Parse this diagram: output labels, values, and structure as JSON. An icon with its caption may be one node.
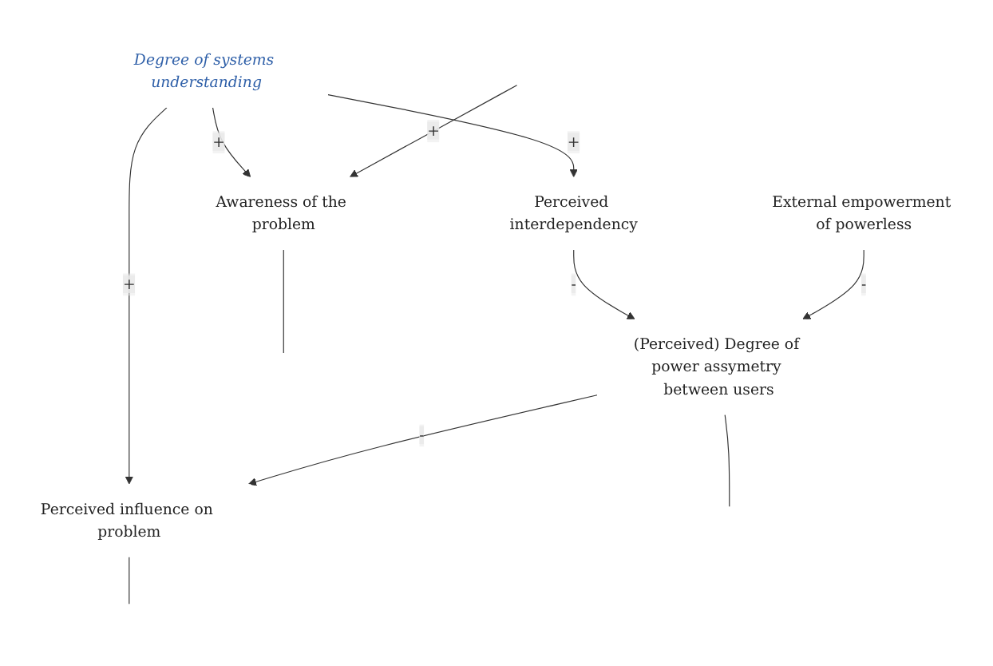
{
  "diagram": {
    "nodes": [
      {
        "text": [
          "Degree of systems understanding"
        ]
      },
      {
        "text": [
          "Perceived interdependency"
        ]
      },
      {
        "text": [
          "Perceived influence on problem"
        ]
      },
      {
        "text": [
          "Awareness of the problem"
        ]
      },
      {
        "text": [
          "(Perceived) Degree of power assymetry between users"
        ]
      },
      {
        "text": [
          "External empowerment of powerless"
        ]
      }
    ],
    "edges": [
      {
        "from": 0,
        "to": 1,
        "arrow": "to",
        "label": "+"
      },
      {
        "from": 0,
        "to": 2,
        "arrow": "to",
        "label": "+"
      },
      {
        "from": 0,
        "to": 3,
        "arrow": "to",
        "label": "+"
      },
      {
        "from": 1,
        "to": 4,
        "arrow": "to",
        "label": "-"
      },
      {
        "from": 4,
        "to": 2,
        "arrow": "to",
        "label": "-"
      },
      {
        "from": 5,
        "to": 4,
        "arrow": "to",
        "label": "-"
      },
      {
        "from": 2,
        "to": null,
        "arrow": "none"
      },
      {
        "from": 3,
        "to": null,
        "arrow": "none"
      },
      {
        "from": null,
        "to": 3,
        "arrow": "to",
        "label": "+"
      },
      {
        "from": 4,
        "to": null,
        "arrow": "none"
      }
    ]
  }
}
